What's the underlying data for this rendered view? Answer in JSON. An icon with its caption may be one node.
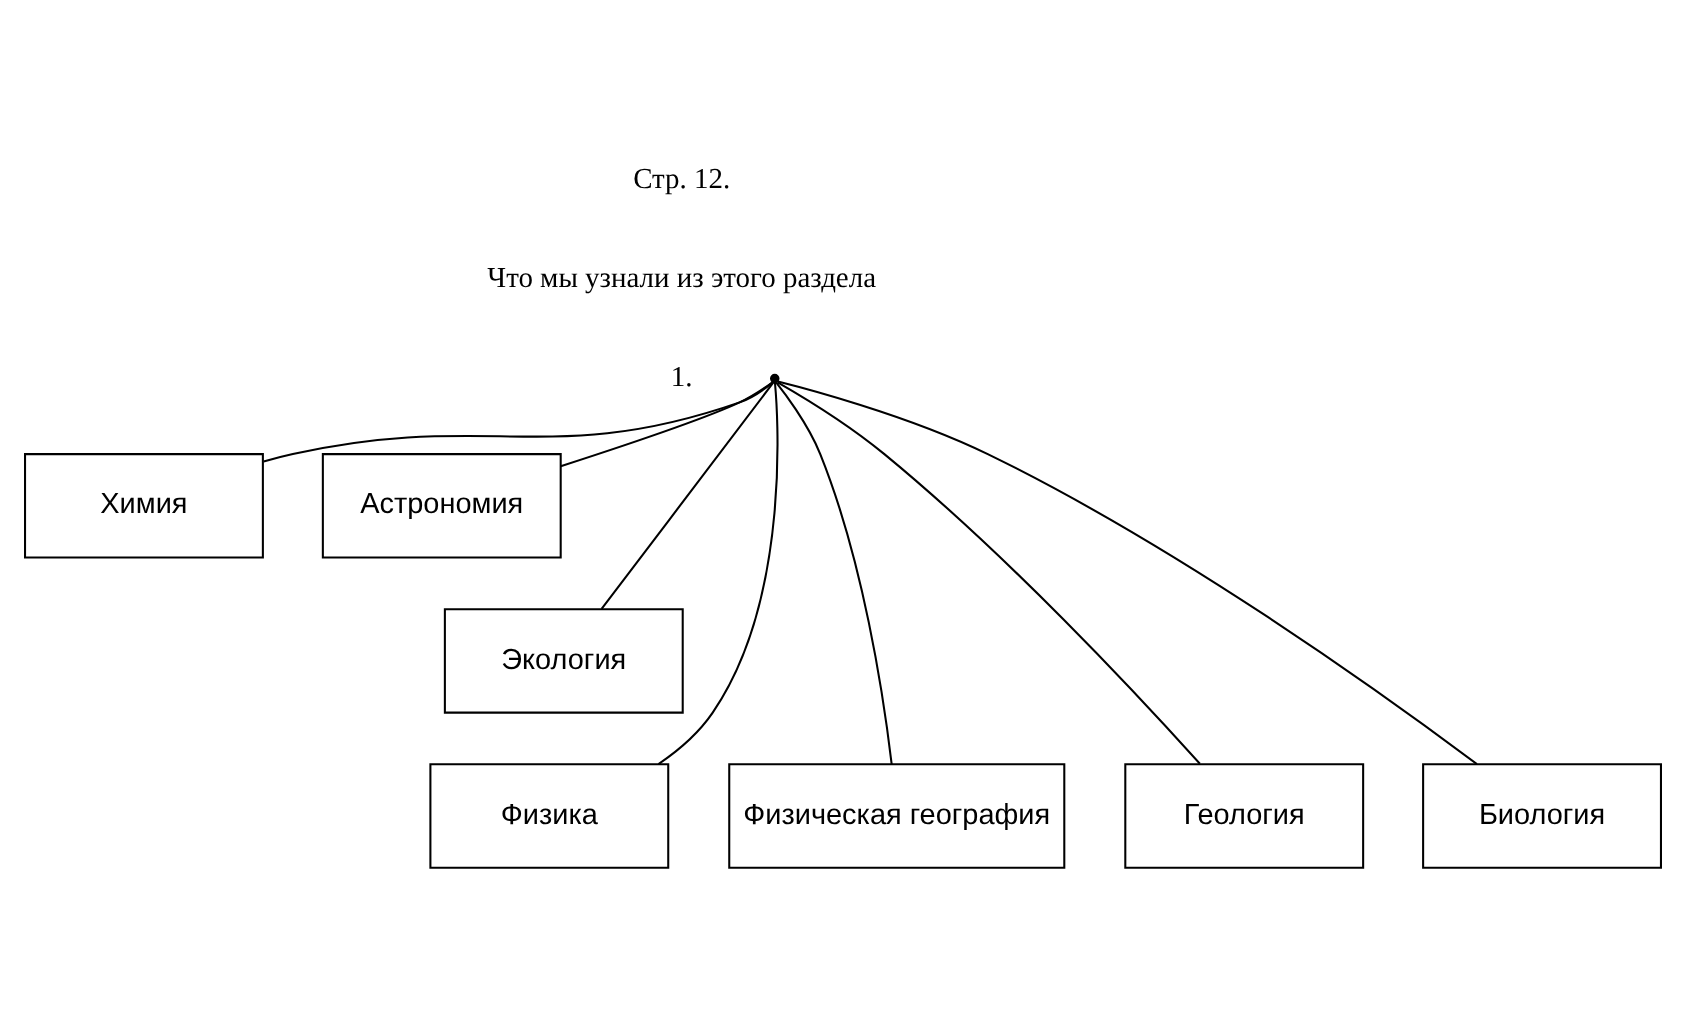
{
  "diagram": {
    "nodes": [
      {
        "text": [],
        "shape": "point"
      },
      {
        "text": [
          "Химия"
        ]
      },
      {
        "text": [
          "Астрономия"
        ]
      },
      {
        "text": [
          "Экология"
        ]
      },
      {
        "text": [
          "Физика"
        ]
      },
      {
        "text": [
          "Физическая география"
        ]
      },
      {
        "text": [
          "Геология"
        ]
      },
      {
        "text": [
          "Биология"
        ]
      }
    ],
    "edges": [
      {
        "from": 0,
        "to": 1,
        "arrow": "none"
      },
      {
        "from": 0,
        "to": 4,
        "arrow": "none"
      },
      {
        "from": 0,
        "to": 5,
        "arrow": "none"
      },
      {
        "from": 0,
        "to": 3,
        "arrow": "none"
      },
      {
        "from": 0,
        "to": 6,
        "arrow": "none"
      },
      {
        "from": 0,
        "to": 7,
        "arrow": "none"
      },
      {
        "from": 0,
        "to": 2,
        "arrow": "none"
      }
    ],
    "labels": [
      "Стр. 12.",
      "Что мы узнали из этого раздела",
      "1."
    ]
  }
}
